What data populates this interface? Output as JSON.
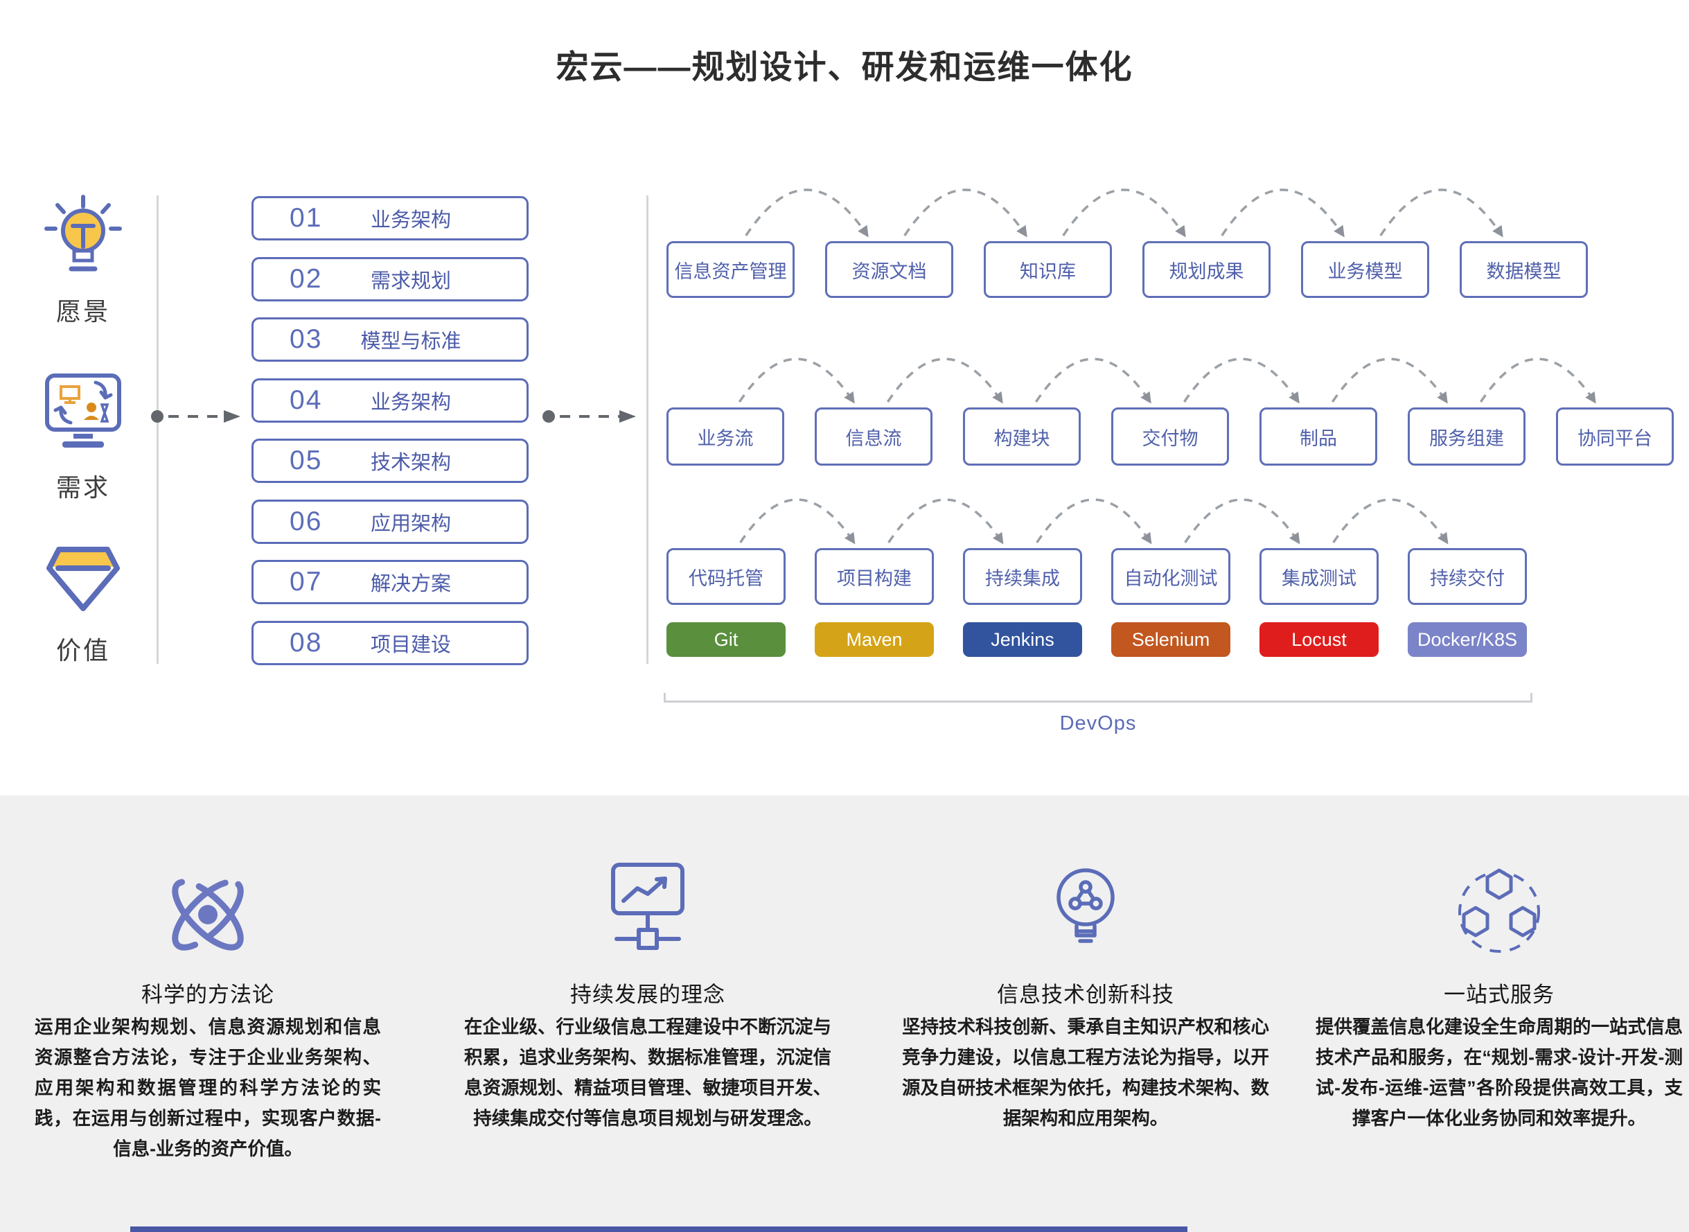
{
  "title": "宏云——规划设计、研发和运维一体化",
  "rail": {
    "items": [
      {
        "icon": "lightbulb-icon",
        "label": "愿景"
      },
      {
        "icon": "monitor-cycle-icon",
        "label": "需求"
      },
      {
        "icon": "diamond-icon",
        "label": "价值"
      }
    ]
  },
  "steps": {
    "items": [
      {
        "num": "01",
        "label": "业务架构"
      },
      {
        "num": "02",
        "label": "需求规划"
      },
      {
        "num": "03",
        "label": "模型与标准"
      },
      {
        "num": "04",
        "label": "业务架构"
      },
      {
        "num": "05",
        "label": "技术架构"
      },
      {
        "num": "06",
        "label": "应用架构"
      },
      {
        "num": "07",
        "label": "解决方案"
      },
      {
        "num": "08",
        "label": "项目建设"
      }
    ]
  },
  "flow": {
    "row1": [
      "信息资产管理",
      "资源文档",
      "知识库",
      "规划成果",
      "业务模型",
      "数据模型"
    ],
    "row2": [
      "业务流",
      "信息流",
      "构建块",
      "交付物",
      "制品",
      "服务组建",
      "协同平台"
    ],
    "row3": [
      "代码托管",
      "项目构建",
      "持续集成",
      "自动化测试",
      "集成测试",
      "持续交付"
    ],
    "badges": [
      {
        "label": "Git",
        "color": "#5a8f3e"
      },
      {
        "label": "Maven",
        "color": "#d4a317"
      },
      {
        "label": "Jenkins",
        "color": "#32549e"
      },
      {
        "label": "Selenium",
        "color": "#c2571f"
      },
      {
        "label": "Locust",
        "color": "#e01d1d"
      },
      {
        "label": "Docker/K8S",
        "color": "#7b84c8"
      }
    ],
    "bracket_label": "DevOps"
  },
  "features": {
    "columns": [
      {
        "icon": "atom-icon",
        "title": "科学的方法论",
        "text": "运用企业架构规划、信息资源规划和信息资源整合方法论，专注于企业业务架构、应用架构和数据管理的科学方法论的实践，在运用与创新过程中，实现客户数据-信息-业务的资产价值。"
      },
      {
        "icon": "growth-chart-icon",
        "title": "持续发展的理念",
        "text": "在企业级、行业级信息工程建设中不断沉淀与积累，追求业务架构、数据标准管理，沉淀信息资源规划、精益项目管理、敏捷项目开发、持续集成交付等信息项目规划与研发理念。"
      },
      {
        "icon": "bulb-innovation-icon",
        "title": "信息技术创新科技",
        "text": "坚持技术科技创新、秉承自主知识产权和核心竞争力建设，以信息工程方法论为指导，以开源及自研技术框架为依托，构建技术架构、数据架构和应用架构。"
      },
      {
        "icon": "hexagon-service-icon",
        "title": "一站式服务",
        "text": "提供覆盖信息化建设全生命周期的一站式信息技术产品和服务，在“规划-需求-设计-开发-测试-发布-运维-运营”各阶段提供高效工具，支撑客户一体化业务协同和效率提升。"
      }
    ]
  },
  "colors": {
    "accent": "#5b6cb8",
    "box_text": "#5060aa",
    "arc": "#9aa0a6",
    "feature_bg": "#f0f0f1"
  }
}
